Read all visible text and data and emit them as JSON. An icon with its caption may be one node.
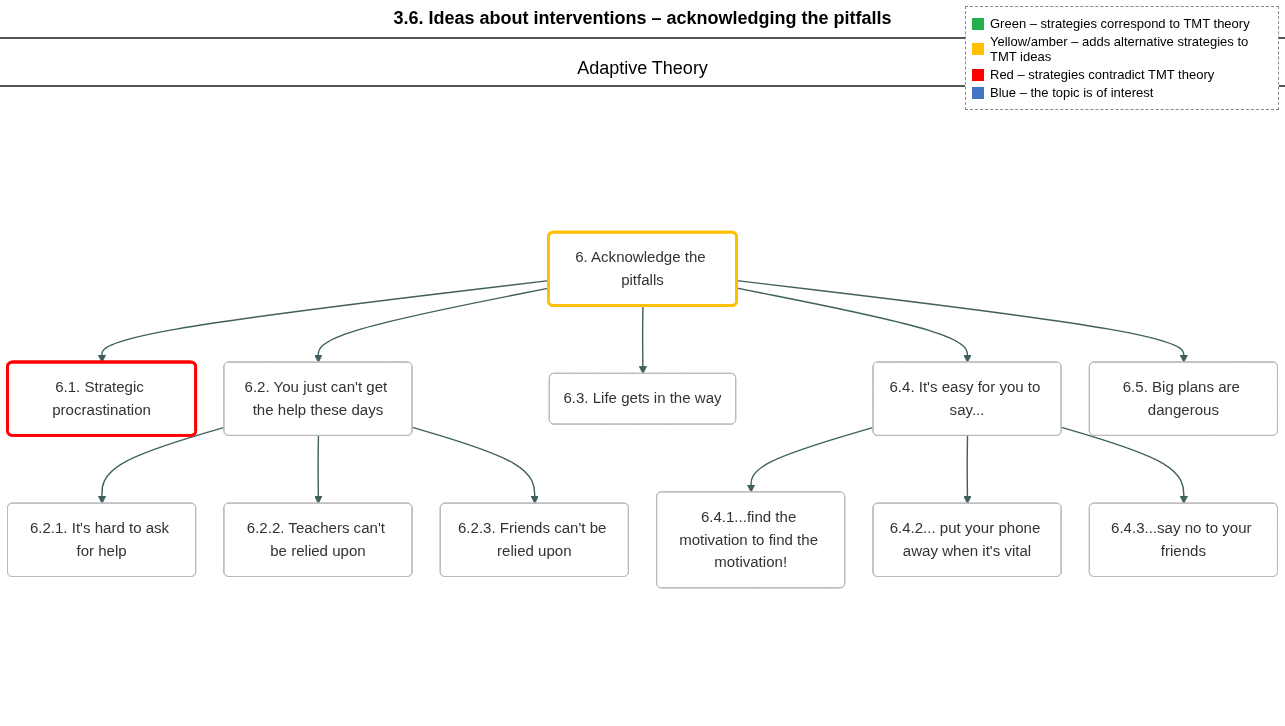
{
  "diagram": {
    "title": "3.6. Ideas about interventions – acknowledging the pitfalls",
    "nodes": [
      {
        "text": [
          "6. Acknowledge the pitfalls"
        ]
      },
      {
        "text": [
          "6.1. Strategic procrastination"
        ]
      },
      {
        "text": [
          "6.2. You just can't get the help these days"
        ]
      },
      {
        "text": [
          "6.3. Life gets in the way"
        ]
      },
      {
        "text": [
          "6.4. It's easy for you to say..."
        ]
      },
      {
        "text": [
          "6.5. Big plans are dangerous"
        ]
      },
      {
        "text": [
          "6.2.1. It's hard to ask for help"
        ]
      },
      {
        "text": [
          "6.2.2. Teachers can't be relied upon"
        ]
      },
      {
        "text": [
          "6.2.3. Friends can't be relied upon"
        ]
      },
      {
        "text": [
          "6.4.1...find the motivation to find the motivation!"
        ]
      },
      {
        "text": [
          "6.4.2... put your phone away when it's vital"
        ]
      },
      {
        "text": [
          "6.4.3...say no to your friends"
        ]
      }
    ],
    "edges": [
      {
        "from": 0,
        "to": 1,
        "arrow": "to"
      },
      {
        "from": 0,
        "to": 2,
        "arrow": "to"
      },
      {
        "from": 0,
        "to": 3,
        "arrow": "to"
      },
      {
        "from": 0,
        "to": 4,
        "arrow": "to"
      },
      {
        "from": 0,
        "to": 5,
        "arrow": "to"
      },
      {
        "from": 2,
        "to": 6,
        "arrow": "to"
      },
      {
        "from": 2,
        "to": 7,
        "arrow": "to"
      },
      {
        "from": 2,
        "to": 8,
        "arrow": "to"
      },
      {
        "from": 4,
        "to": 9,
        "arrow": "to"
      },
      {
        "from": 4,
        "to": 10,
        "arrow": "to"
      },
      {
        "from": 4,
        "to": 11,
        "arrow": "to"
      }
    ],
    "labels": [
      "Adaptive Theory"
    ],
    "legend": [
      {
        "text": "Green – strategies correspond to TMT theory",
        "color": "#22b14c"
      },
      {
        "text": "Yellow/amber – adds alternative strategies to TMT ideas",
        "color": "#ffc000"
      },
      {
        "text": "Red – strategies contradict TMT theory",
        "color": "#ff0000"
      },
      {
        "text": "Blue – the topic is of interest",
        "color": "#4472c4"
      }
    ]
  }
}
